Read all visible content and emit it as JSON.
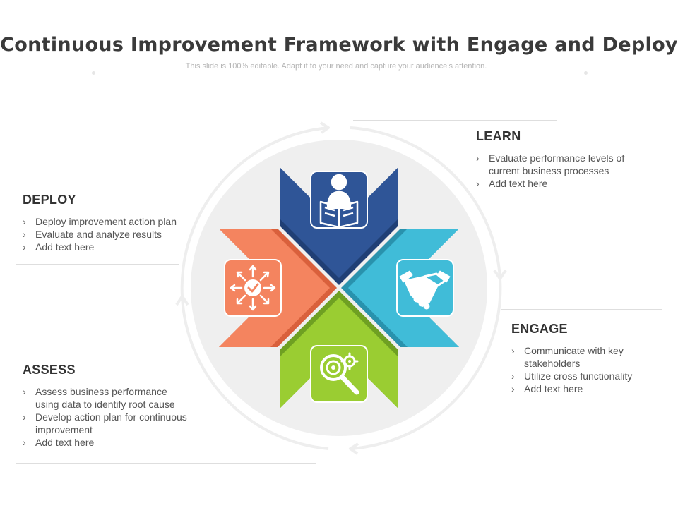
{
  "title": "Continuous Improvement Framework with Engage and Deploy",
  "subtitle": "This slide is 100% editable. Adapt it to your need and capture your audience’s attention.",
  "colors": {
    "learn": "#2f5597",
    "engage": "#40bcd8",
    "assess": "#9acd32",
    "deploy": "#f4845f",
    "ring": "#efefef"
  },
  "sections": {
    "learn": {
      "heading": "LEARN",
      "icon": "reader-with-book-icon",
      "items": [
        "Evaluate performance levels of current business processes",
        "Add text here"
      ]
    },
    "deploy": {
      "heading": "DEPLOY",
      "icon": "target-arrows-icon",
      "items": [
        "Deploy improvement action plan",
        "Evaluate and analyze results",
        "Add text here"
      ]
    },
    "engage": {
      "heading": "ENGAGE",
      "icon": "handshake-icon",
      "items": [
        "Communicate with key stakeholders",
        "Utilize cross functionality",
        "Add text here"
      ]
    },
    "assess": {
      "heading": "ASSESS",
      "icon": "gear-magnifier-icon",
      "items": [
        "Assess business performance using data to identify root cause",
        "Develop action plan for continuous improvement",
        "Add text here"
      ]
    }
  }
}
